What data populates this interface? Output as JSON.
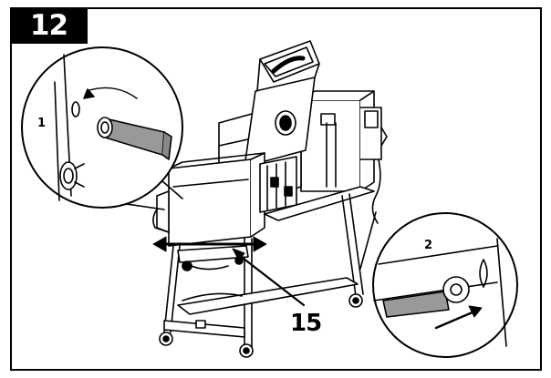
{
  "step": {
    "number": "12"
  },
  "details": [
    {
      "label": "1",
      "icon": "bolt-insert-rotate-icon"
    },
    {
      "label": "2",
      "icon": "bolt-through-hole-icon"
    }
  ],
  "callout": {
    "part_number": "15"
  },
  "figure": {
    "subject": "grill-assembly-illustration"
  }
}
